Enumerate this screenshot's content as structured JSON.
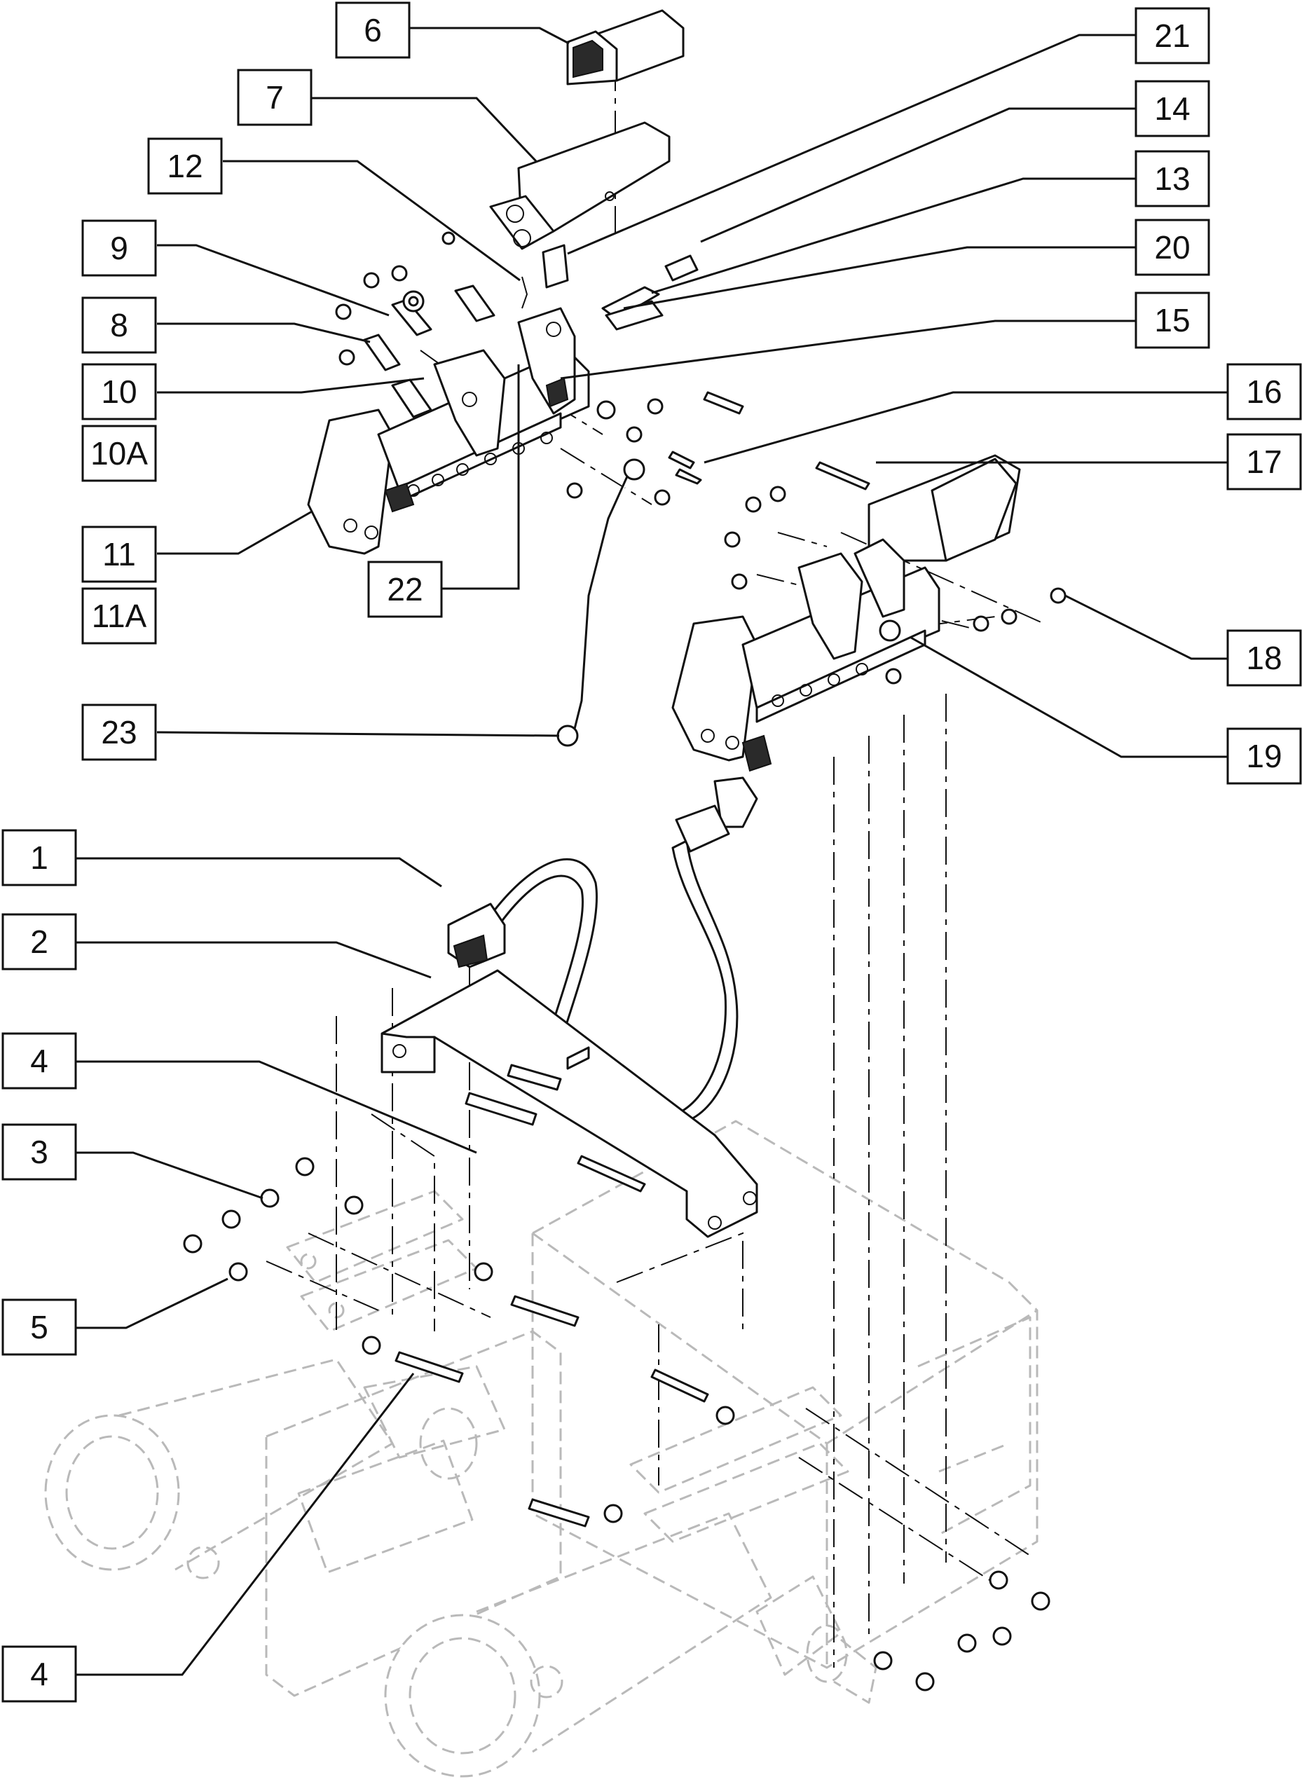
{
  "callouts": [
    {
      "id": "6",
      "text": "6"
    },
    {
      "id": "7",
      "text": "7"
    },
    {
      "id": "12",
      "text": "12"
    },
    {
      "id": "9",
      "text": "9"
    },
    {
      "id": "8",
      "text": "8"
    },
    {
      "id": "10",
      "text": "10"
    },
    {
      "id": "10A",
      "text": "10A"
    },
    {
      "id": "11",
      "text": "11"
    },
    {
      "id": "11A",
      "text": "11A"
    },
    {
      "id": "22",
      "text": "22"
    },
    {
      "id": "23",
      "text": "23"
    },
    {
      "id": "21",
      "text": "21"
    },
    {
      "id": "14",
      "text": "14"
    },
    {
      "id": "13",
      "text": "13"
    },
    {
      "id": "20",
      "text": "20"
    },
    {
      "id": "15",
      "text": "15"
    },
    {
      "id": "16",
      "text": "16"
    },
    {
      "id": "17",
      "text": "17"
    },
    {
      "id": "18",
      "text": "18"
    },
    {
      "id": "19",
      "text": "19"
    },
    {
      "id": "1",
      "text": "1"
    },
    {
      "id": "2",
      "text": "2"
    },
    {
      "id": "4a",
      "text": "4"
    },
    {
      "id": "3",
      "text": "3"
    },
    {
      "id": "5",
      "text": "5"
    },
    {
      "id": "4b",
      "text": "4"
    }
  ]
}
